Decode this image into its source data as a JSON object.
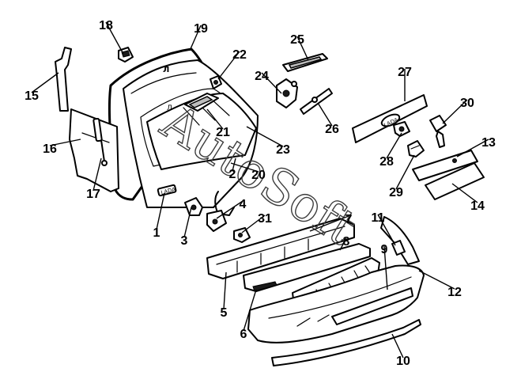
{
  "figure": {
    "type": "exploded-parts-diagram",
    "watermark_text": "AutoSoft",
    "callouts": [
      {
        "id": "1",
        "label": "1"
      },
      {
        "id": "2",
        "label": "2"
      },
      {
        "id": "3",
        "label": "3"
      },
      {
        "id": "4",
        "label": "4"
      },
      {
        "id": "5",
        "label": "5"
      },
      {
        "id": "6",
        "label": "6"
      },
      {
        "id": "7",
        "label": "7"
      },
      {
        "id": "8",
        "label": "8"
      },
      {
        "id": "9",
        "label": "9"
      },
      {
        "id": "10",
        "label": "10"
      },
      {
        "id": "11",
        "label": "11"
      },
      {
        "id": "12",
        "label": "12"
      },
      {
        "id": "13",
        "label": "13"
      },
      {
        "id": "14",
        "label": "14"
      },
      {
        "id": "15",
        "label": "15"
      },
      {
        "id": "16",
        "label": "16"
      },
      {
        "id": "17",
        "label": "17"
      },
      {
        "id": "18",
        "label": "18"
      },
      {
        "id": "19",
        "label": "19"
      },
      {
        "id": "20",
        "label": "20"
      },
      {
        "id": "21",
        "label": "21"
      },
      {
        "id": "22",
        "label": "22"
      },
      {
        "id": "23",
        "label": "23"
      },
      {
        "id": "24",
        "label": "24"
      },
      {
        "id": "25",
        "label": "25"
      },
      {
        "id": "26",
        "label": "26"
      },
      {
        "id": "27",
        "label": "27"
      },
      {
        "id": "28",
        "label": "28"
      },
      {
        "id": "29",
        "label": "29"
      },
      {
        "id": "30",
        "label": "30"
      },
      {
        "id": "31",
        "label": "31"
      }
    ],
    "badge_text": "LADA",
    "plate_emblem_text": "LADA",
    "tailgate_mark": "Л"
  }
}
